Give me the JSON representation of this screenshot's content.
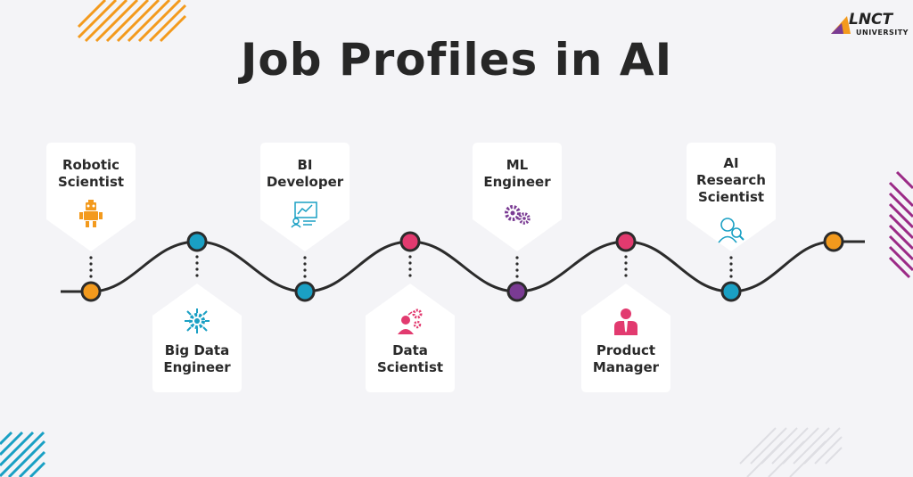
{
  "title": "Job Profiles in AI",
  "logo": {
    "main": "LNCT",
    "sub": "UNIVERSITY"
  },
  "colors": {
    "orange": "#f39a1d",
    "teal": "#1aa0c4",
    "pink": "#e23a6f",
    "purple": "#7a3b93",
    "line": "#2b2b2b",
    "dark": "#272727"
  },
  "profiles": [
    {
      "lines": [
        "Robotic",
        "Scientist"
      ],
      "icon": "robot-icon",
      "color": "#f39a1d",
      "position": "top"
    },
    {
      "lines": [
        "Big Data",
        "Engineer"
      ],
      "icon": "gear-network-icon",
      "color": "#1aa0c4",
      "position": "bottom"
    },
    {
      "lines": [
        "BI",
        "Developer"
      ],
      "icon": "dashboard-icon",
      "color": "#1aa0c4",
      "position": "top"
    },
    {
      "lines": [
        "Data",
        "Scientist"
      ],
      "icon": "scientist-gears-icon",
      "color": "#e23a6f",
      "position": "bottom"
    },
    {
      "lines": [
        "ML",
        "Engineer"
      ],
      "icon": "gears-icon",
      "color": "#7a3b93",
      "position": "top"
    },
    {
      "lines": [
        "Product",
        "Manager"
      ],
      "icon": "manager-icon",
      "color": "#e23a6f",
      "position": "bottom"
    },
    {
      "lines": [
        "AI",
        "Research",
        "Scientist"
      ],
      "icon": "researcher-icon",
      "color": "#1aa0c4",
      "position": "top"
    }
  ]
}
